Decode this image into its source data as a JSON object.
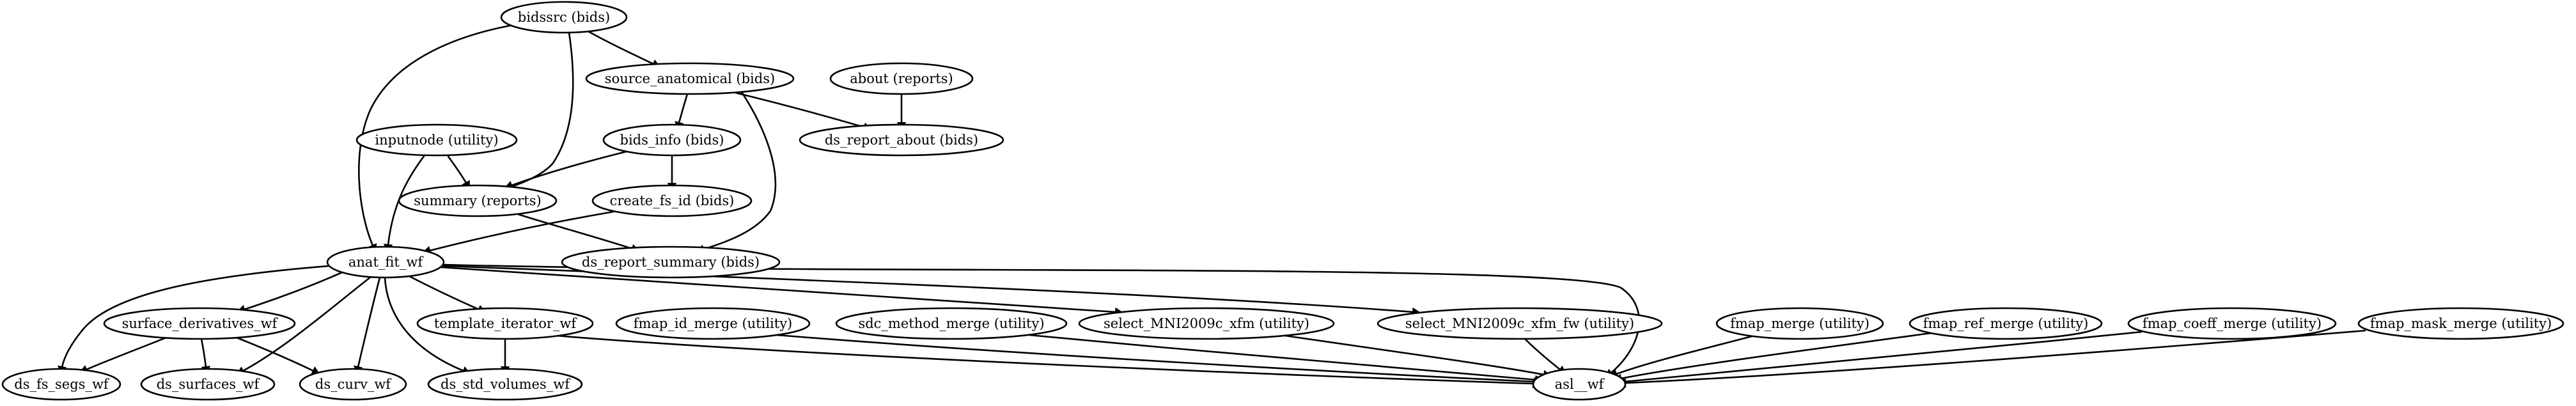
{
  "nodes": [
    {
      "id": "bidssrc",
      "label": "bidssrc (bids)"
    },
    {
      "id": "source_anatomical",
      "label": "source_anatomical (bids)"
    },
    {
      "id": "about",
      "label": "about (reports)"
    },
    {
      "id": "inputnode",
      "label": "inputnode (utility)"
    },
    {
      "id": "bids_info",
      "label": "bids_info (bids)"
    },
    {
      "id": "ds_report_about",
      "label": "ds_report_about (bids)"
    },
    {
      "id": "summary",
      "label": "summary (reports)"
    },
    {
      "id": "create_fs_id",
      "label": "create_fs_id (bids)"
    },
    {
      "id": "anat_fit_wf",
      "label": "anat_fit_wf"
    },
    {
      "id": "ds_report_summary",
      "label": "ds_report_summary (bids)"
    },
    {
      "id": "surface_derivatives_wf",
      "label": "surface_derivatives_wf"
    },
    {
      "id": "template_iterator_wf",
      "label": "template_iterator_wf"
    },
    {
      "id": "fmap_id_merge",
      "label": "fmap_id_merge (utility)"
    },
    {
      "id": "sdc_method_merge",
      "label": "sdc_method_merge (utility)"
    },
    {
      "id": "select_MNI2009c_xfm",
      "label": "select_MNI2009c_xfm (utility)"
    },
    {
      "id": "select_MNI2009c_xfm_fw",
      "label": "select_MNI2009c_xfm_fw (utility)"
    },
    {
      "id": "fmap_merge",
      "label": "fmap_merge (utility)"
    },
    {
      "id": "fmap_ref_merge",
      "label": "fmap_ref_merge (utility)"
    },
    {
      "id": "fmap_coeff_merge",
      "label": "fmap_coeff_merge (utility)"
    },
    {
      "id": "fmap_mask_merge",
      "label": "fmap_mask_merge (utility)"
    },
    {
      "id": "ds_fs_segs_wf",
      "label": "ds_fs_segs_wf"
    },
    {
      "id": "ds_surfaces_wf",
      "label": "ds_surfaces_wf"
    },
    {
      "id": "ds_curv_wf",
      "label": "ds_curv_wf"
    },
    {
      "id": "ds_std_volumes_wf",
      "label": "ds_std_volumes_wf"
    },
    {
      "id": "asl_wf",
      "label": "asl__wf"
    }
  ],
  "edges": [
    {
      "from": "bidssrc",
      "to": "source_anatomical"
    },
    {
      "from": "bidssrc",
      "to": "summary"
    },
    {
      "from": "bidssrc",
      "to": "anat_fit_wf"
    },
    {
      "from": "source_anatomical",
      "to": "bids_info"
    },
    {
      "from": "source_anatomical",
      "to": "ds_report_about"
    },
    {
      "from": "source_anatomical",
      "to": "ds_report_summary"
    },
    {
      "from": "about",
      "to": "ds_report_about"
    },
    {
      "from": "inputnode",
      "to": "summary"
    },
    {
      "from": "inputnode",
      "to": "anat_fit_wf"
    },
    {
      "from": "bids_info",
      "to": "summary"
    },
    {
      "from": "bids_info",
      "to": "create_fs_id"
    },
    {
      "from": "summary",
      "to": "ds_report_summary"
    },
    {
      "from": "create_fs_id",
      "to": "anat_fit_wf"
    },
    {
      "from": "anat_fit_wf",
      "to": "surface_derivatives_wf"
    },
    {
      "from": "anat_fit_wf",
      "to": "template_iterator_wf"
    },
    {
      "from": "anat_fit_wf",
      "to": "ds_fs_segs_wf"
    },
    {
      "from": "anat_fit_wf",
      "to": "ds_surfaces_wf"
    },
    {
      "from": "anat_fit_wf",
      "to": "ds_curv_wf"
    },
    {
      "from": "anat_fit_wf",
      "to": "ds_std_volumes_wf"
    },
    {
      "from": "anat_fit_wf",
      "to": "select_MNI2009c_xfm"
    },
    {
      "from": "anat_fit_wf",
      "to": "select_MNI2009c_xfm_fw"
    },
    {
      "from": "anat_fit_wf",
      "to": "asl_wf"
    },
    {
      "from": "surface_derivatives_wf",
      "to": "ds_fs_segs_wf"
    },
    {
      "from": "surface_derivatives_wf",
      "to": "ds_surfaces_wf"
    },
    {
      "from": "surface_derivatives_wf",
      "to": "ds_curv_wf"
    },
    {
      "from": "template_iterator_wf",
      "to": "ds_std_volumes_wf"
    },
    {
      "from": "template_iterator_wf",
      "to": "asl_wf"
    },
    {
      "from": "fmap_id_merge",
      "to": "asl_wf"
    },
    {
      "from": "sdc_method_merge",
      "to": "asl_wf"
    },
    {
      "from": "select_MNI2009c_xfm",
      "to": "asl_wf"
    },
    {
      "from": "select_MNI2009c_xfm_fw",
      "to": "asl_wf"
    },
    {
      "from": "fmap_merge",
      "to": "asl_wf"
    },
    {
      "from": "fmap_ref_merge",
      "to": "asl_wf"
    },
    {
      "from": "fmap_coeff_merge",
      "to": "asl_wf"
    },
    {
      "from": "fmap_mask_merge",
      "to": "asl_wf"
    }
  ]
}
